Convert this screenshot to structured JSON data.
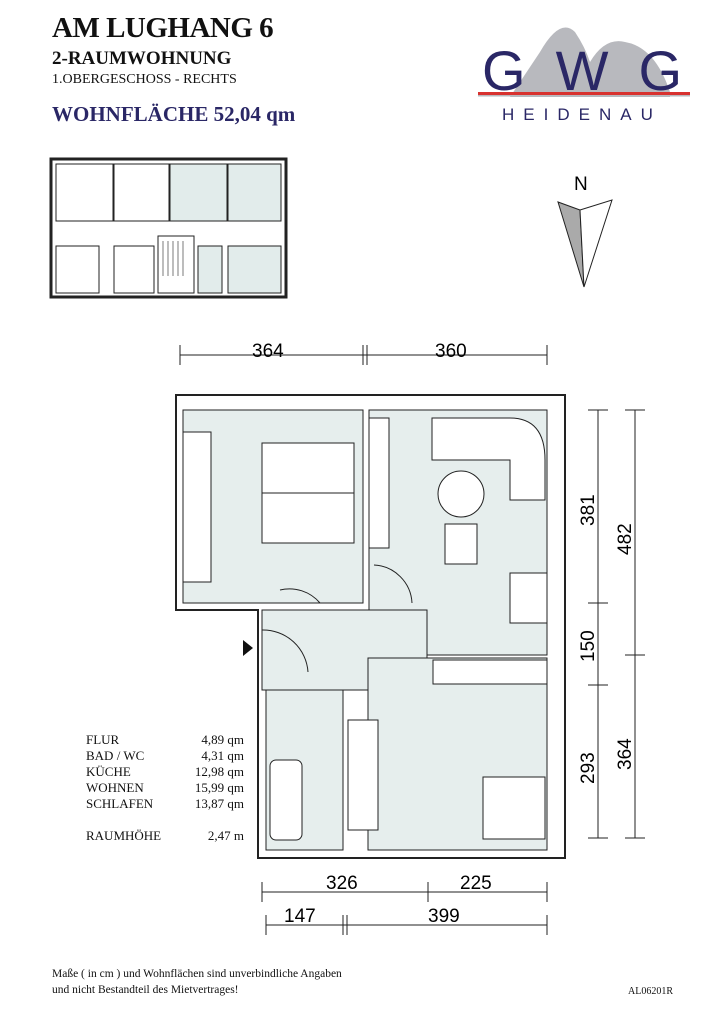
{
  "header": {
    "title": "AM LUGHANG 6",
    "type": "2-RAUMWOHNUNG",
    "floor": "1.OBERGESCHOSS - RECHTS",
    "living_area": "WOHNFLÄCHE 52,04 qm"
  },
  "logo": {
    "letters": "GWG",
    "city": "HEIDENAU",
    "colors": {
      "text": "#2a2766",
      "line": "#d8322f",
      "mountain": "#b8b9be"
    }
  },
  "compass": {
    "label": "N"
  },
  "rooms": [
    {
      "name": "FLUR",
      "area": "4,89 qm"
    },
    {
      "name": "BAD / WC",
      "area": "4,31 qm"
    },
    {
      "name": "KÜCHE",
      "area": "12,98 qm"
    },
    {
      "name": "WOHNEN",
      "area": "15,99 qm"
    },
    {
      "name": "SCHLAFEN",
      "area": "13,87 qm"
    }
  ],
  "room_height": {
    "label": "RAUMHÖHE",
    "value": "2,47 m"
  },
  "dimensions": {
    "top": [
      "364",
      "360"
    ],
    "right_inner": [
      "381",
      "150",
      "293"
    ],
    "right_outer": [
      "482",
      "364"
    ],
    "bottom_1": [
      "326",
      "225"
    ],
    "bottom_2": [
      "147",
      "399"
    ]
  },
  "footer": {
    "line1": "Maße ( in cm ) und Wohnflächen sind unverbindliche Angaben",
    "line2": "und nicht Bestandteil des Mietvertrages!",
    "code": "AL06201R"
  }
}
